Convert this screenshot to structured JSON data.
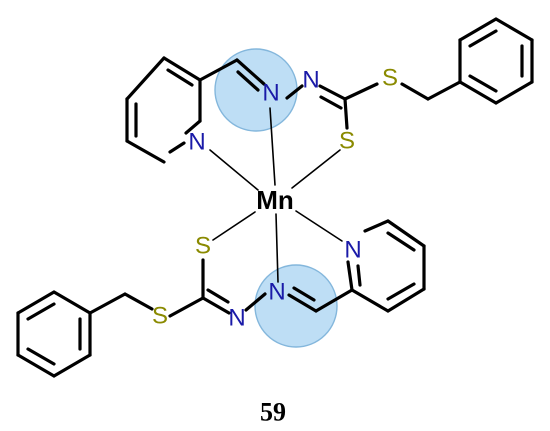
{
  "compound_label": "59",
  "metal": "Mn",
  "atoms": {
    "N": "N",
    "S": "S"
  },
  "colors": {
    "bond": "#000000",
    "nitrogen": "#1a1aa8",
    "sulfur": "#8a8a00",
    "metal": "#000000",
    "highlight": "#a9d3f2",
    "highlight_stroke": "#5b9fd1"
  }
}
